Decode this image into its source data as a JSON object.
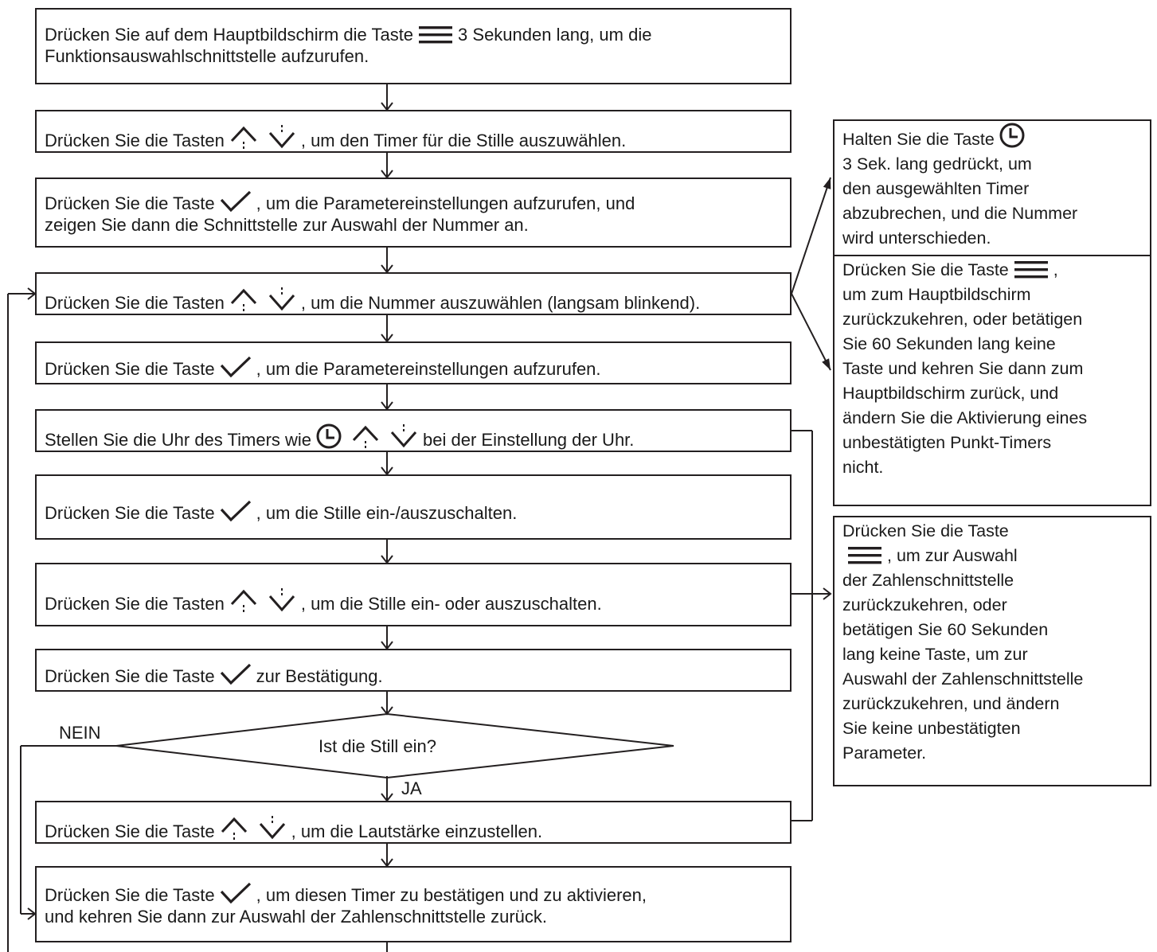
{
  "steps": [
    {
      "lines": [
        [
          "Drücken Sie auf dem Hauptbildschirm die Taste",
          {
            "icon": "menu"
          },
          "3 Sekunden lang, um die"
        ],
        [
          "Funktionsauswahlschnittstelle aufzurufen."
        ]
      ]
    },
    {
      "lines": [
        [
          "Drücken Sie die Tasten",
          {
            "icon": "up"
          },
          {
            "icon": "down"
          },
          ", um den Timer für die Stille auszuwählen."
        ]
      ]
    },
    {
      "lines": [
        [
          "Drücken Sie die Taste",
          {
            "icon": "check"
          },
          ", um die Parametereinstellungen aufzurufen, und"
        ],
        [
          "zeigen Sie dann die Schnittstelle zur Auswahl der Nummer an."
        ]
      ]
    },
    {
      "lines": [
        [
          "Drücken Sie die Tasten",
          {
            "icon": "up"
          },
          {
            "icon": "down"
          },
          ", um die Nummer auszuwählen (langsam blinkend)."
        ]
      ]
    },
    {
      "lines": [
        [
          "Drücken Sie die Taste",
          {
            "icon": "check"
          },
          ", um die Parametereinstellungen aufzurufen."
        ]
      ]
    },
    {
      "lines": [
        [
          "Stellen Sie die Uhr des Timers wie",
          {
            "icon": "clock"
          },
          {
            "icon": "up"
          },
          {
            "icon": "down"
          },
          "bei der Einstellung der Uhr."
        ]
      ]
    },
    {
      "lines": [
        [
          "Drücken Sie die Taste",
          {
            "icon": "check"
          },
          ", um die Stille ein-/auszuschalten."
        ]
      ]
    },
    {
      "lines": [
        [
          "Drücken Sie die Tasten",
          {
            "icon": "up"
          },
          {
            "icon": "down"
          },
          ", um die Stille ein- oder auszuschalten."
        ]
      ]
    },
    {
      "lines": [
        [
          "Drücken Sie die Taste",
          {
            "icon": "check"
          },
          "zur Bestätigung."
        ]
      ]
    },
    {
      "lines": [
        [
          "Drücken Sie die Taste",
          {
            "icon": "up"
          },
          {
            "icon": "down"
          },
          ", um die Lautstärke einzustellen."
        ]
      ]
    },
    {
      "lines": [
        [
          "Drücken Sie die Taste",
          {
            "icon": "check"
          },
          ", um diesen Timer zu bestätigen und zu aktivieren,"
        ],
        [
          "und kehren Sie dann zur Auswahl der Zahlenschnittstelle zurück."
        ]
      ]
    }
  ],
  "decision": {
    "text": "Ist die Still ein?",
    "no_label": "NEIN",
    "yes_label": "JA"
  },
  "side_notes": [
    {
      "lines": [
        [
          "Halten Sie die Taste",
          {
            "icon": "clock"
          }
        ],
        [
          "3 Sek. lang gedrückt, um"
        ],
        [
          "den ausgewählten Timer"
        ],
        [
          "abzubrechen, und die Nummer"
        ],
        [
          "wird unterschieden."
        ]
      ]
    },
    {
      "lines": [
        [
          "Drücken Sie die Taste",
          {
            "icon": "menu"
          },
          ","
        ],
        [
          "um zum Hauptbildschirm"
        ],
        [
          "zurückzukehren, oder betätigen"
        ],
        [
          "Sie 60 Sekunden lang keine"
        ],
        [
          "Taste und kehren Sie dann zum"
        ],
        [
          "Hauptbildschirm zurück, und"
        ],
        [
          "ändern Sie die Aktivierung eines"
        ],
        [
          "unbestätigten Punkt-Timers"
        ],
        [
          "nicht."
        ]
      ]
    },
    {
      "lines": [
        [
          "Drücken Sie die Taste"
        ],
        [
          {
            "icon": "menu"
          },
          ", um zur Auswahl"
        ],
        [
          "der Zahlenschnittstelle"
        ],
        [
          "zurückzukehren, oder"
        ],
        [
          "betätigen Sie 60 Sekunden"
        ],
        [
          "lang keine Taste, um zur"
        ],
        [
          "Auswahl der Zahlenschnittstelle"
        ],
        [
          "zurückzukehren, und ändern"
        ],
        [
          "Sie keine unbestätigten"
        ],
        [
          "Parameter."
        ]
      ]
    }
  ],
  "colors": {
    "line": "#231f20",
    "icon": "#231f20",
    "text": "#1a1a1a",
    "background": "#ffffff"
  }
}
